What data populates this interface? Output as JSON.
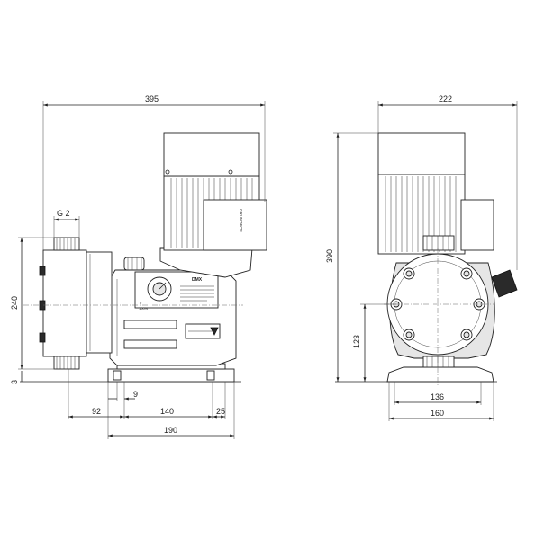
{
  "dimensions": {
    "overall_length": "395",
    "thread": "G 2",
    "height_240": "240",
    "offset_3": "3",
    "dim_9": "9",
    "dim_92": "92",
    "dim_140": "140",
    "dim_25": "25",
    "dim_190": "190",
    "overall_width": "222",
    "overall_height": "390",
    "height_123": "123",
    "dim_136": "136",
    "dim_160": "160"
  },
  "labels": {
    "pump_model": "DMX",
    "motor_brand": "GRUNDFOS",
    "scale_min": "0",
    "scale_max": "100%"
  }
}
